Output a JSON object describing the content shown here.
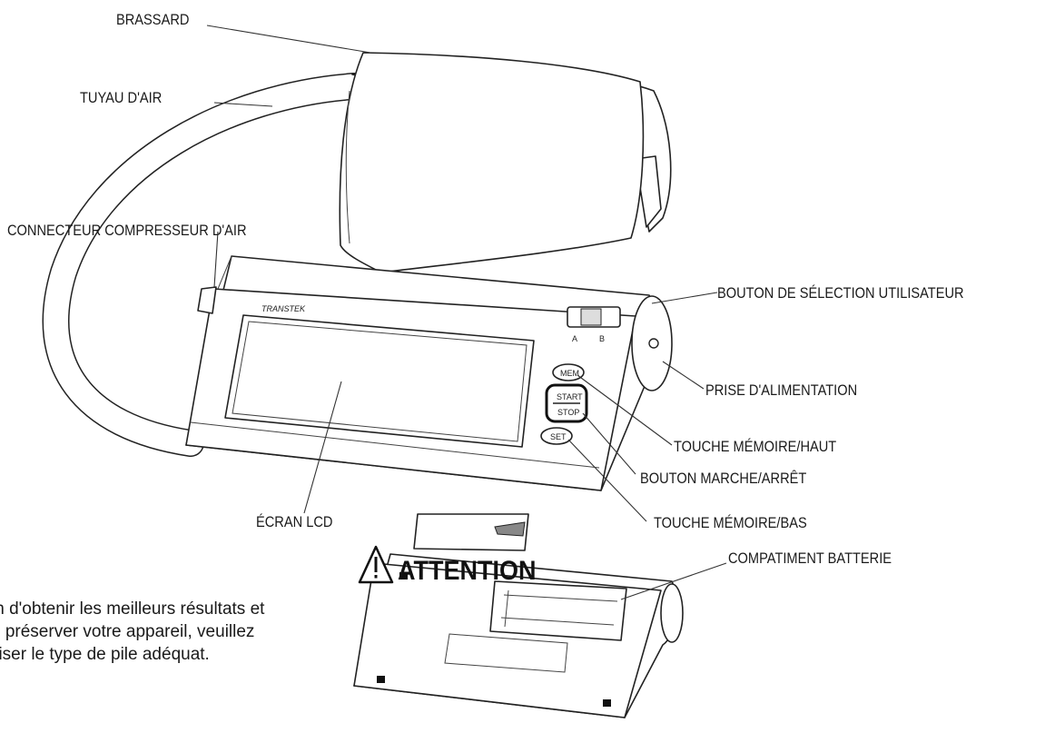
{
  "labels": {
    "brassard": "BRASSARD",
    "tuyau": "TUYAU D'AIR",
    "connecteur": "CONNECTEUR COMPRESSEUR D'AIR",
    "selection": "BOUTON DE SÉLECTION UTILISATEUR",
    "prise": "PRISE D'ALIMENTATION",
    "memoire_haut": "TOUCHE MÉMOIRE/HAUT",
    "marche_arret": "BOUTON MARCHE/ARRÊT",
    "ecran": "ÉCRAN LCD",
    "memoire_bas": "TOUCHE MÉMOIRE/BAS",
    "batterie": "COMPATIMENT BATTERIE"
  },
  "device": {
    "brand": "TRANSTEK",
    "mem": "MEM",
    "start": "START",
    "stop": "STOP",
    "set": "SET",
    "user_a": "A",
    "user_b": "B"
  },
  "warning": {
    "title": "ATTENTION",
    "lines": [
      "in d'obtenir les meilleurs résultats et",
      "e préserver votre appareil, veuillez",
      "iliser le type de pile adéquat."
    ]
  }
}
